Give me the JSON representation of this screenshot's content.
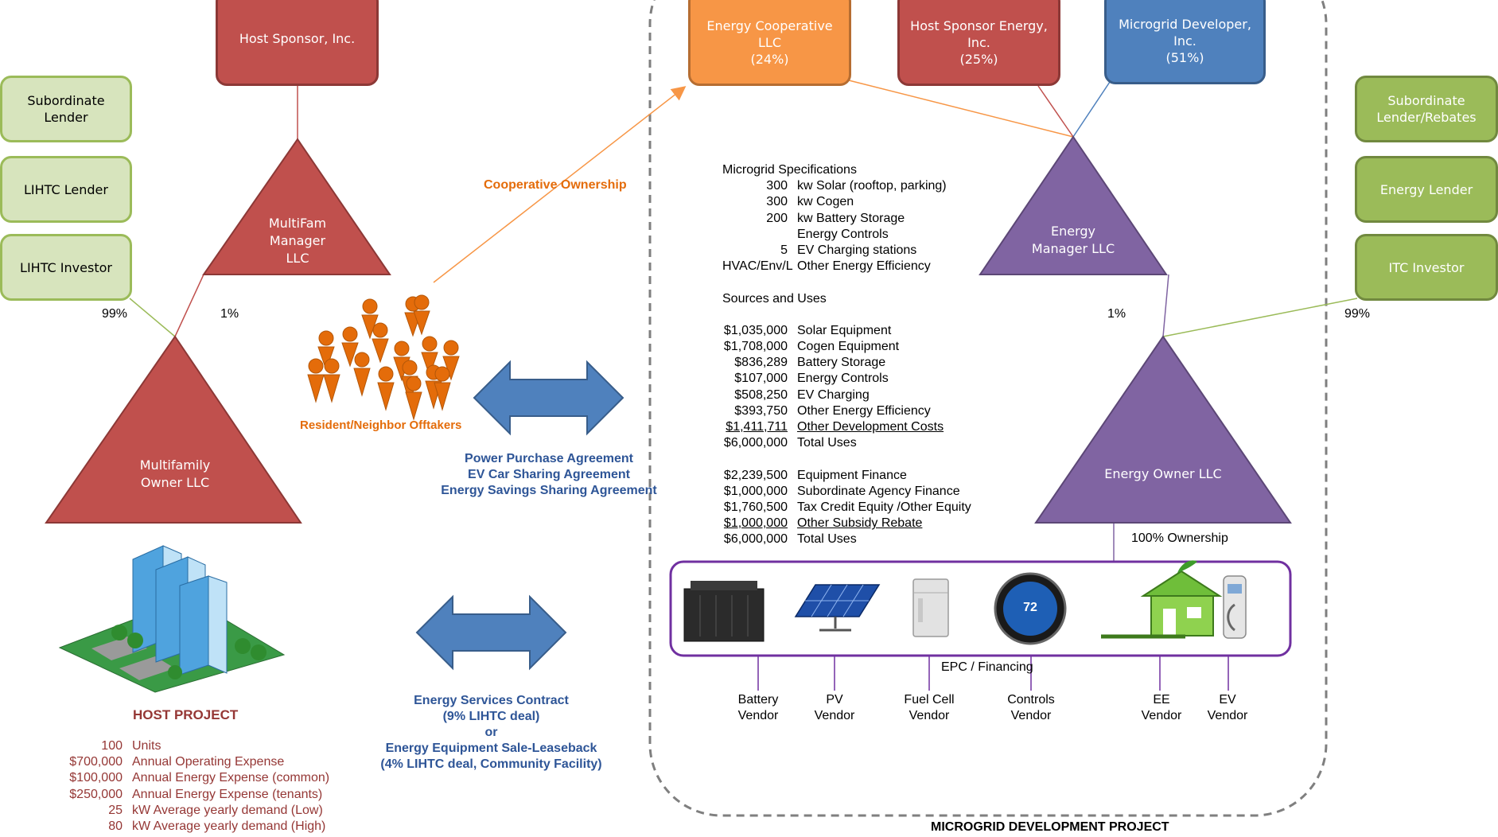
{
  "boxes": {
    "host_sponsor": "Host Sponsor, Inc.",
    "energy_coop": "Energy Cooperative\nLLC\n(24%)",
    "host_sponsor_energy": "Host Sponsor Energy,\nInc.\n(25%)",
    "microgrid_developer": "Microgrid Developer,\nInc.\n(51%)",
    "subordinate_lender": "Subordinate\nLender",
    "lihtc_lender": "LIHTC Lender",
    "lihtc_investor": "LIHTC Investor",
    "subordinate_lender_rebates": "Subordinate\nLender/Rebates",
    "energy_lender": "Energy Lender",
    "itc_investor": "ITC Investor"
  },
  "triangles": {
    "multifam_manager": "MultiFam\nManager\nLLC",
    "multifamily_owner": "Multifamily\nOwner LLC",
    "energy_manager": "Energy\nManager LLC",
    "energy_owner": "Energy Owner LLC"
  },
  "percentages": {
    "left_99": "99%",
    "left_1": "1%",
    "right_1": "1%",
    "right_99": "99%"
  },
  "labels": {
    "cooperative_ownership": "Cooperative Ownership",
    "resident_offtakers": "Resident/Neighbor Offtakers",
    "agreements": "Power Purchase Agreement\nEV Car Sharing Agreement\nEnergy Savings Sharing Agreement",
    "services_contract": "Energy Services Contract\n(9% LIHTC deal)\nor\nEnergy Equipment Sale-Leaseback\n(4% LIHTC deal, Community Facility)",
    "ownership_100": "100% Ownership",
    "epc_financing": "EPC / Financing",
    "microgrid_project": "MICROGRID DEVELOPMENT PROJECT"
  },
  "specs": {
    "title": "Microgrid Specifications",
    "items": [
      {
        "qty": "300",
        "desc": "kw Solar (rooftop, parking)"
      },
      {
        "qty": "300",
        "desc": "kw Cogen"
      },
      {
        "qty": "200",
        "desc": "kw Battery Storage"
      },
      {
        "qty": "",
        "desc": "Energy Controls"
      },
      {
        "qty": "5",
        "desc": "EV Charging stations"
      },
      {
        "qty": "HVAC/Env/L",
        "desc": "Other Energy Efficiency"
      }
    ]
  },
  "sources_uses": {
    "title": "Sources and Uses",
    "uses": [
      {
        "amount": "$1,035,000",
        "desc": "Solar Equipment",
        "underline": false
      },
      {
        "amount": "$1,708,000",
        "desc": "Cogen Equipment",
        "underline": false
      },
      {
        "amount": "$836,289",
        "desc": "Battery Storage",
        "underline": false
      },
      {
        "amount": "$107,000",
        "desc": "Energy Controls",
        "underline": false
      },
      {
        "amount": "$508,250",
        "desc": "EV Charging",
        "underline": false
      },
      {
        "amount": "$393,750",
        "desc": "Other Energy Efficiency",
        "underline": false
      },
      {
        "amount": "$1,411,711",
        "desc": "Other Development Costs",
        "underline": true
      },
      {
        "amount": "$6,000,000",
        "desc": "Total Uses",
        "underline": false
      }
    ],
    "sources": [
      {
        "amount": "$2,239,500",
        "desc": "Equipment Finance",
        "underline": false
      },
      {
        "amount": "$1,000,000",
        "desc": "Subordinate Agency Finance",
        "underline": false
      },
      {
        "amount": "$1,760,500",
        "desc": "Tax Credit Equity /Other Equity",
        "underline": false
      },
      {
        "amount": "$1,000,000",
        "desc": "Other Subsidy Rebate",
        "underline": true
      },
      {
        "amount": "$6,000,000",
        "desc": "Total Uses",
        "underline": false
      }
    ]
  },
  "host_project": {
    "title": "HOST PROJECT",
    "rows": [
      {
        "value": "100",
        "desc": "Units"
      },
      {
        "value": "$700,000",
        "desc": "Annual Operating Expense"
      },
      {
        "value": "$100,000",
        "desc": "Annual Energy Expense (common)"
      },
      {
        "value": "$250,000",
        "desc": "Annual Energy Expense (tenants)"
      },
      {
        "value": "25",
        "desc": "kW Average yearly demand (Low)"
      },
      {
        "value": "80",
        "desc": "kW Average yearly demand (High)"
      }
    ]
  },
  "equipment": {
    "controls_display": "72"
  },
  "vendors": [
    "Battery\nVendor",
    "PV\nVendor",
    "Fuel Cell\nVendor",
    "Controls\nVendor",
    "EE\nVendor",
    "EV\nVendor"
  ],
  "colors": {
    "red": "#c0504d",
    "orange": "#f79646",
    "blue": "#4f81bd",
    "purple": "#8064a2",
    "green": "#9bbb59",
    "light_green": "#d7e4bd",
    "dark_red_text": "#953735",
    "blue_text": "#2e5597",
    "orange_text": "#e46c0a"
  }
}
